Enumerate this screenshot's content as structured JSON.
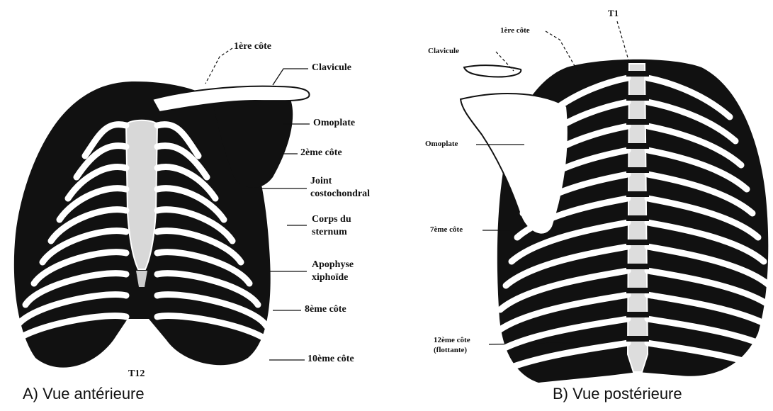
{
  "colors": {
    "bone": "#ffffff",
    "shadow": "#111111",
    "background": "#ffffff"
  },
  "anterior": {
    "caption": "A) Vue antérieure",
    "labels": {
      "first_rib": "1ère côte",
      "clavicle": "Clavicule",
      "scapula": "Omoplate",
      "second_rib": "2ème côte",
      "costochondral_1": "Joint",
      "costochondral_2": "costochondral",
      "sternum_body_1": "Corps du",
      "sternum_body_2": "sternum",
      "xiphoid_1": "Apophyse",
      "xiphoid_2": "xiphoïde",
      "eighth_rib": "8ème côte",
      "tenth_rib": "10ème côte",
      "t12": "T12"
    }
  },
  "posterior": {
    "caption": "B) Vue postérieure",
    "labels": {
      "t1": "T1",
      "first_rib": "1ère côte",
      "clavicle": "Clavicule",
      "scapula": "Omoplate",
      "seventh_rib": "7ème côte",
      "twelfth_rib_1": "12ème côte",
      "twelfth_rib_2": "(flottante)"
    }
  }
}
